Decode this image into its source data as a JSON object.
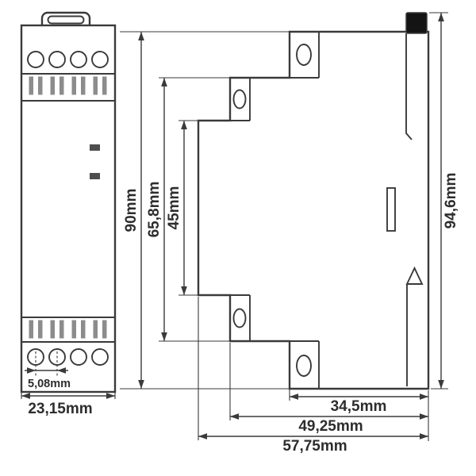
{
  "diagram": {
    "labels": {
      "front_width": "23,15mm",
      "terminal_pitch": "5,08mm",
      "front_height": "90mm",
      "upper_section_height": "65,8mm",
      "inner_section_height": "45mm",
      "overall_height": "94,6mm",
      "depth_top": "34,5mm",
      "depth_middle": "49,25mm",
      "depth_total": "57,75mm"
    },
    "colors": {
      "line": "#3a3a3a",
      "text": "#2d2d2d",
      "terminal_slot": "#8c8c8c",
      "led": "#4e4e4e",
      "din_clip": "#141414",
      "background": "#ffffff"
    }
  }
}
